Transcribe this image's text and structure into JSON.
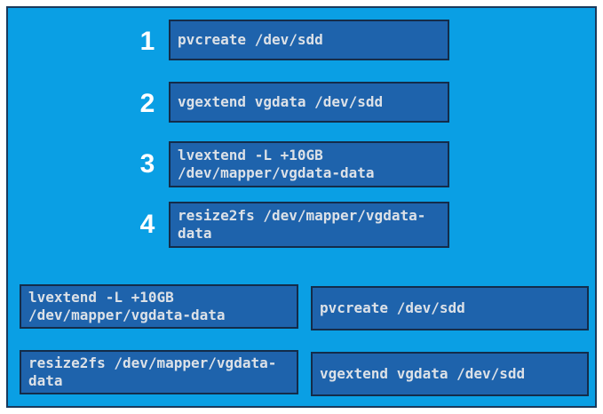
{
  "question": {
    "type": "drag-and-drop-ordering",
    "slots": [
      {
        "number": "1",
        "command": "pvcreate /dev/sdd"
      },
      {
        "number": "2",
        "command": "vgextend vgdata /dev/sdd"
      },
      {
        "number": "3",
        "command": "lvextend -L +10GB /dev/mapper/vgdata-data"
      },
      {
        "number": "4",
        "command": "resize2fs /dev/mapper/vgdata-data"
      }
    ],
    "options": [
      {
        "command": "lvextend -L +10GB /dev/mapper/vgdata-data"
      },
      {
        "command": "pvcreate /dev/sdd"
      },
      {
        "command": "resize2fs /dev/mapper/vgdata-data"
      },
      {
        "command": "vgextend vgdata /dev/sdd"
      }
    ]
  },
  "colors": {
    "page_background": "#ffffff",
    "panel_background": "#0a9fe4",
    "panel_border": "#1a3a5c",
    "box_fill": "#1e63ac",
    "box_border": "#132c4a",
    "command_text": "#dce1e7",
    "slot_number_text": "#ffffff"
  }
}
